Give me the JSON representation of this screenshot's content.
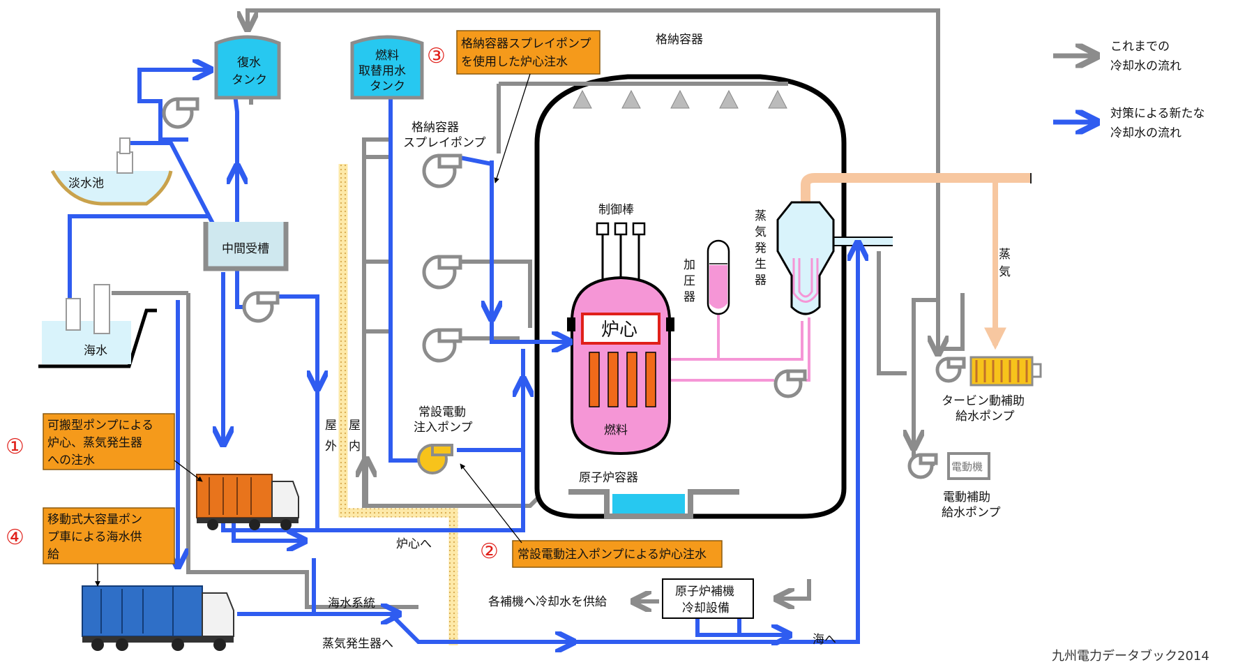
{
  "legend": {
    "gray_line1": "これまでの",
    "gray_line2": "冷却水の流れ",
    "blue_line1": "対策による新たな",
    "blue_line2": "冷却水の流れ"
  },
  "labels": {
    "containment": "格納容器",
    "condensate_tank_1": "復水",
    "condensate_tank_2": "タンク",
    "fuel_water_tank_1": "燃料",
    "fuel_water_tank_2": "取替用水",
    "fuel_water_tank_3": "タンク",
    "spray_pump_1": "格納容器",
    "spray_pump_2": "スプレイポンプ",
    "freshwater_pond": "淡水池",
    "intermediate_tank": "中間受槽",
    "seawater": "海水",
    "control_rods": "制御棒",
    "pressurizer_1": "加",
    "pressurizer_2": "圧",
    "pressurizer_3": "器",
    "steam_generator_1": "蒸",
    "steam_generator_2": "気",
    "steam_generator_3": "発",
    "steam_generator_4": "生",
    "steam_generator_5": "器",
    "core": "炉心",
    "fuel": "燃料",
    "steam_1": "蒸",
    "steam_2": "気",
    "turbine_pump_1": "タービン動補助",
    "turbine_pump_2": "給水ポンプ",
    "motor": "電動機",
    "motor_pump_1": "電動補助",
    "motor_pump_2": "給水ポンプ",
    "reactor_vessel": "原子炉容器",
    "outdoor_1": "屋",
    "outdoor_2": "外",
    "indoor_1": "屋",
    "indoor_2": "内",
    "charging_pump_1": "常設電動",
    "charging_pump_2": "注入ポンプ",
    "to_core": "炉心へ",
    "seawater_system": "海水系統",
    "to_sg": "蒸気発生器へ",
    "aux_cooling_1": "原子炉補機",
    "aux_cooling_2": "冷却設備",
    "supply_cooling": "各補機へ冷却水を供給",
    "to_sea": "海へ",
    "source": "九州電力データブック2014"
  },
  "callouts": {
    "c1_num": "①",
    "c1_line1": "可搬型ポンプによる",
    "c1_line2": "炉心、蒸気発生器",
    "c1_line3": "への注水",
    "c2_num": "②",
    "c2_text": "常設電動注入ポンプによる炉心注水",
    "c3_num": "③",
    "c3_line1": "格納容器スプレイポンプ",
    "c3_line2": "を使用した炉心注水",
    "c4_num": "④",
    "c4_line1": "移動式大容量ポン",
    "c4_line2": "プ車による海水供",
    "c4_line3": "給"
  },
  "colors": {
    "gray_flow": "#8c8c8c",
    "blue_flow": "#2f5cf0",
    "tank_cyan": "#27c8f0",
    "callout_orange": "#f59a1b",
    "core_pink": "#f596d6",
    "fuel_orange": "#f06a1a",
    "steam_peach": "#f7c7a0"
  }
}
